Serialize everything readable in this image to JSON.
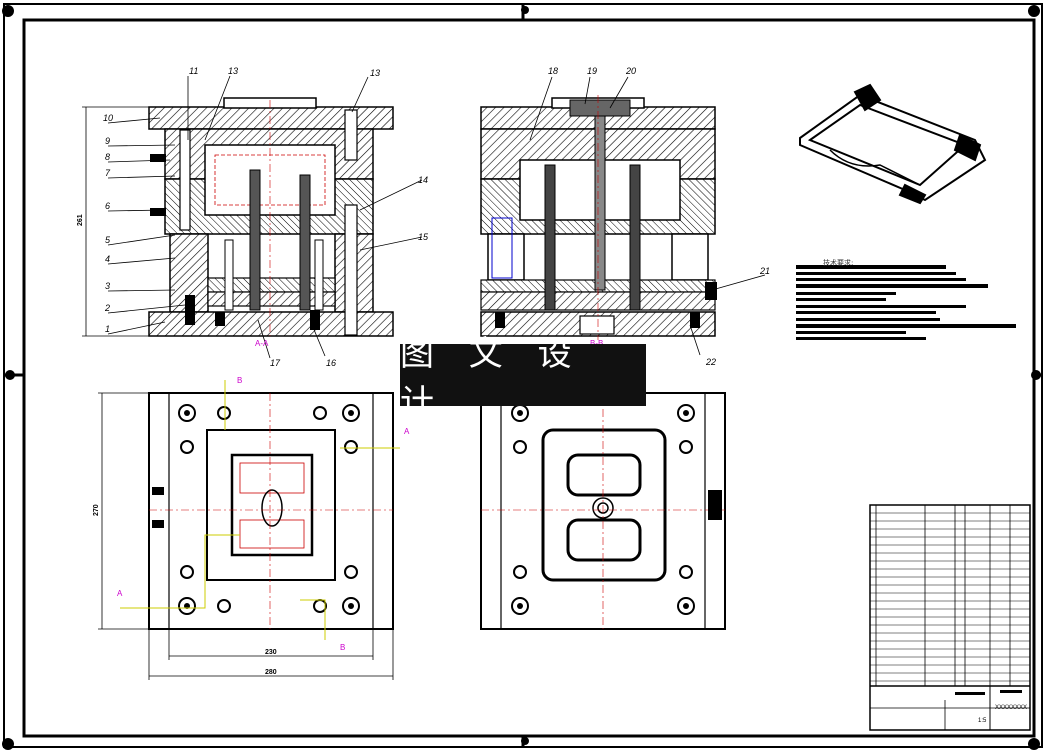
{
  "watermark": "图 文 设 计",
  "technical_requirements_title": "技术要求:",
  "part_labels": {
    "p1": "1",
    "p2": "2",
    "p3": "3",
    "p4": "4",
    "p5": "5",
    "p6": "6",
    "p7": "7",
    "p8": "8",
    "p9": "9",
    "p10": "10",
    "p11": "11",
    "p13a": "13",
    "p13b": "13",
    "p14": "14",
    "p15": "15",
    "p16": "16",
    "p17": "17",
    "p18": "18",
    "p19": "19",
    "p20": "20",
    "p21": "21",
    "p22": "22"
  },
  "dimensions": {
    "height_front": "261",
    "height_plan": "270",
    "width_inner": "230",
    "width_outer": "280"
  },
  "section_markers": {
    "b": "B",
    "a": "A",
    "aa": "A-A",
    "bb": "B-B"
  },
  "title_block": {
    "drawing_no": "XXXXXXXX",
    "scale": "1:5"
  }
}
